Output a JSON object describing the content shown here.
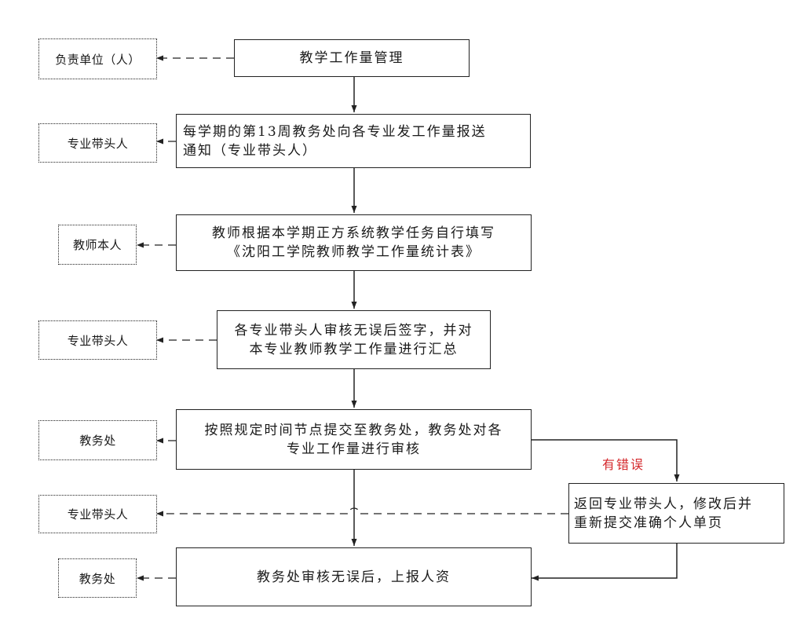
{
  "flow": {
    "title": "教学工作量管理",
    "steps": [
      {
        "lines": [
          "每学期的第13周教务处向各专业发工作量报送",
          "通知（专业带头人）"
        ]
      },
      {
        "lines": [
          "教师根据本学期正方系统教学任务自行填写",
          "《沈阳工学院教师教学工作量统计表》"
        ]
      },
      {
        "lines": [
          "各专业带头人审核无误后签字，并对",
          "本专业教师教学工作量进行汇总"
        ]
      },
      {
        "lines": [
          "按照规定时间节点提交至教务处，教务处对各",
          "专业工作量进行审核"
        ]
      },
      {
        "lines": [
          "教务处审核无误后，上报人资"
        ]
      }
    ],
    "return_step": {
      "lines": [
        "返回专业带头人，修改后并",
        "重新提交准确个人单页"
      ]
    },
    "error_label": "有错误"
  },
  "responsible": [
    {
      "label": "负责单位（人）"
    },
    {
      "label": "专业带头人"
    },
    {
      "label": "教师本人"
    },
    {
      "label": "专业带头人"
    },
    {
      "label": "教务处"
    },
    {
      "label": "专业带头人"
    },
    {
      "label": "教务处"
    }
  ],
  "colors": {
    "line": "#222222",
    "error_text": "#d4282c"
  }
}
